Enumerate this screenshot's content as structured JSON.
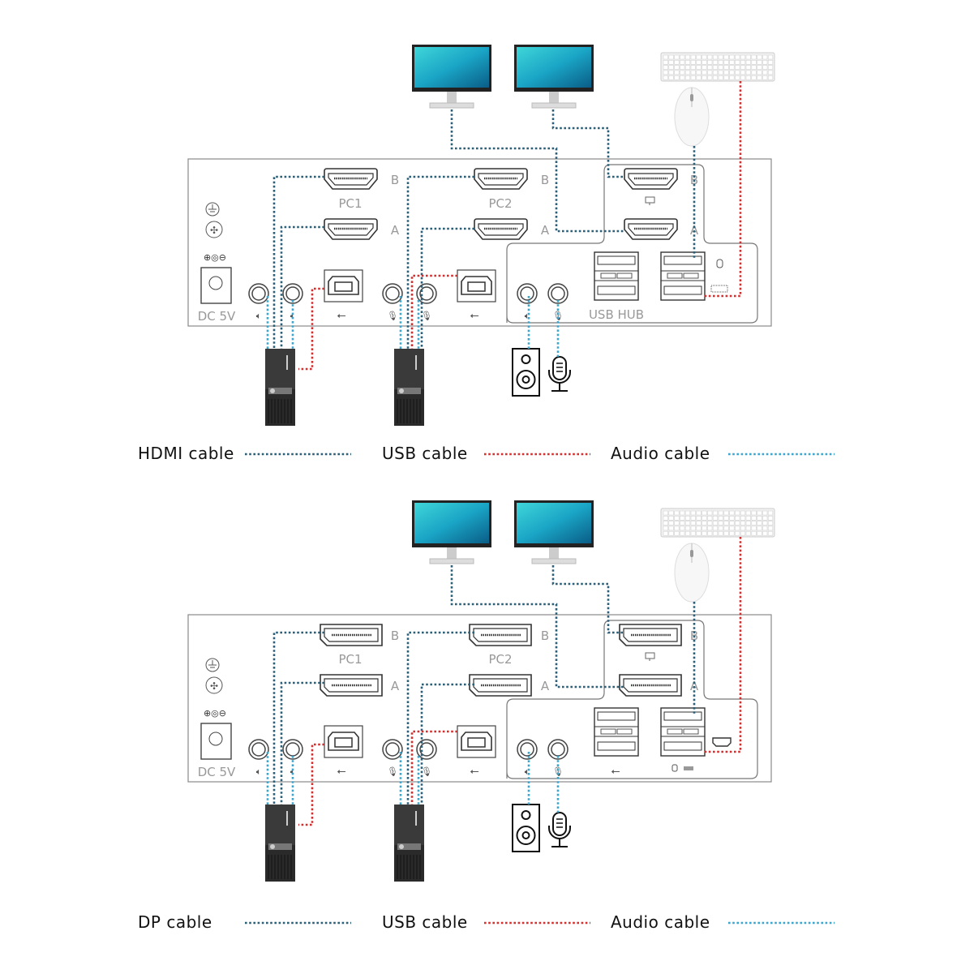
{
  "colors": {
    "video_cable": "#2b5f78",
    "usb_cable": "#d32f2f",
    "audio_cable": "#3aa6cf",
    "panel_outline": "#8a8a8a"
  },
  "panels": [
    {
      "port_type": "HDMI",
      "pc1_label": "PC1",
      "pc2_label": "PC2",
      "port_b_label": "B",
      "port_a_label": "A",
      "power_label": "DC 5V",
      "polarity_label": "⊕◎⊖",
      "hub_label": "USB HUB",
      "legend": [
        {
          "label": "HDMI cable",
          "cable": "video"
        },
        {
          "label": "USB cable",
          "cable": "usb"
        },
        {
          "label": "Audio cable",
          "cable": "audio"
        }
      ]
    },
    {
      "port_type": "DP",
      "pc1_label": "PC1",
      "pc2_label": "PC2",
      "port_b_label": "B",
      "port_a_label": "A",
      "power_label": "DC 5V",
      "polarity_label": "⊕◎⊖",
      "hub_label": "",
      "legend": [
        {
          "label": "DP cable",
          "cable": "video"
        },
        {
          "label": "USB cable",
          "cable": "usb"
        },
        {
          "label": "Audio cable",
          "cable": "audio"
        }
      ]
    }
  ],
  "icons": [
    "monitor-icon",
    "keyboard-icon",
    "mouse-icon",
    "speaker-icon",
    "microphone-icon",
    "pc-tower-icon",
    "ground-icon",
    "screw-icon",
    "usb-icon",
    "headphone-out-icon",
    "mic-in-icon"
  ]
}
